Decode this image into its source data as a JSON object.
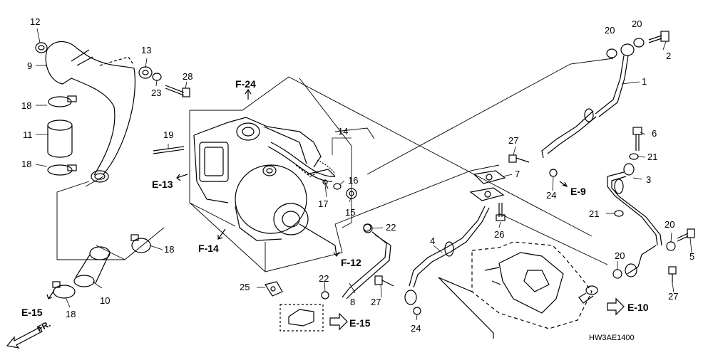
{
  "callouts": {
    "c1": "1",
    "c2": "2",
    "c3": "3",
    "c4": "4",
    "c5": "5",
    "c6": "6",
    "c7": "7",
    "c8": "8",
    "c9": "9",
    "c10": "10",
    "c11": "11",
    "c12": "12",
    "c13": "13",
    "c14": "14",
    "c15": "15",
    "c16": "16",
    "c17": "17",
    "c18a": "18",
    "c18b": "18",
    "c18c": "18",
    "c18d": "18",
    "c19": "19",
    "c20a": "20",
    "c20b": "20",
    "c20c": "20",
    "c20d": "20",
    "c21a": "21",
    "c21b": "21",
    "c22a": "22",
    "c22b": "22",
    "c23": "23",
    "c24a": "24",
    "c24b": "24",
    "c25": "25",
    "c26": "26",
    "c27a": "27",
    "c27b": "27",
    "c27c": "27",
    "c28": "28"
  },
  "refs": {
    "f24": "F-24",
    "e13": "E-13",
    "f14": "F-14",
    "f12": "F-12",
    "e9": "E-9",
    "e10": "E-10",
    "e15a": "E-15",
    "e15b": "E-15"
  },
  "fr_label": "FR.",
  "diagram_code": "HW3AE1400"
}
